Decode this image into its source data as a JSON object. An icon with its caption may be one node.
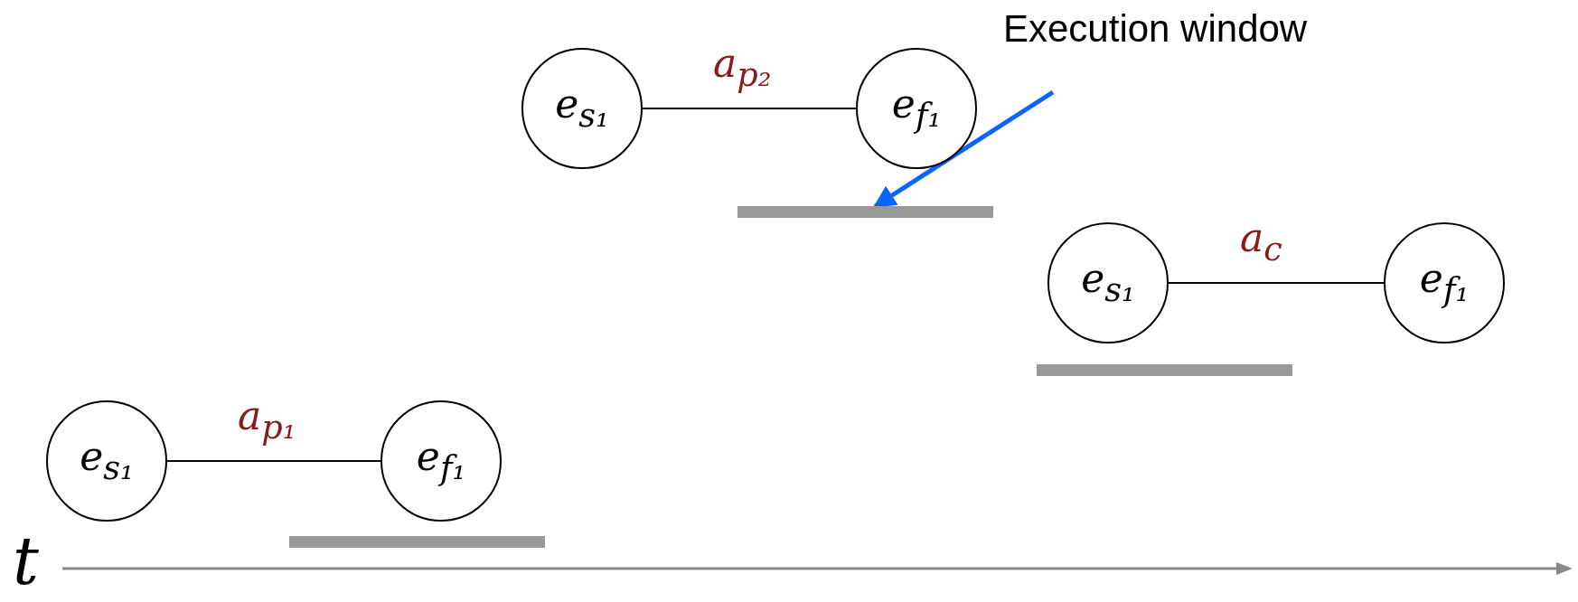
{
  "diagram": {
    "nodes": [
      {
        "text": [
          "Execution window"
        ]
      },
      {
        "text": [
          "e$_{s₁}$"
        ]
      },
      {
        "text": [
          "e$_{f₁}$"
        ]
      },
      {
        "text": [],
        "shape": "bar"
      },
      {
        "text": [
          "e$_{s₁}$"
        ]
      },
      {
        "text": [
          "e$_{f₁}$"
        ]
      },
      {
        "text": [],
        "shape": "bar"
      },
      {
        "text": [
          "e$_{s₁}$"
        ]
      },
      {
        "text": [
          "e$_{f₁}$"
        ]
      },
      {
        "text": [],
        "shape": "bar"
      }
    ],
    "edges": [
      {
        "from": 1,
        "to": 2,
        "arrow": "none",
        "label": "a$_{p₂}$"
      },
      {
        "from": 4,
        "to": 5,
        "arrow": "none",
        "label": "a$_{c}$"
      },
      {
        "from": 7,
        "to": 8,
        "arrow": "none",
        "label": "a$_{p₁}$"
      },
      {
        "from": 0,
        "to": 3,
        "arrow": "to",
        "color": "#0a64ff",
        "style": "thick"
      }
    ],
    "labels": [
      "t"
    ]
  }
}
